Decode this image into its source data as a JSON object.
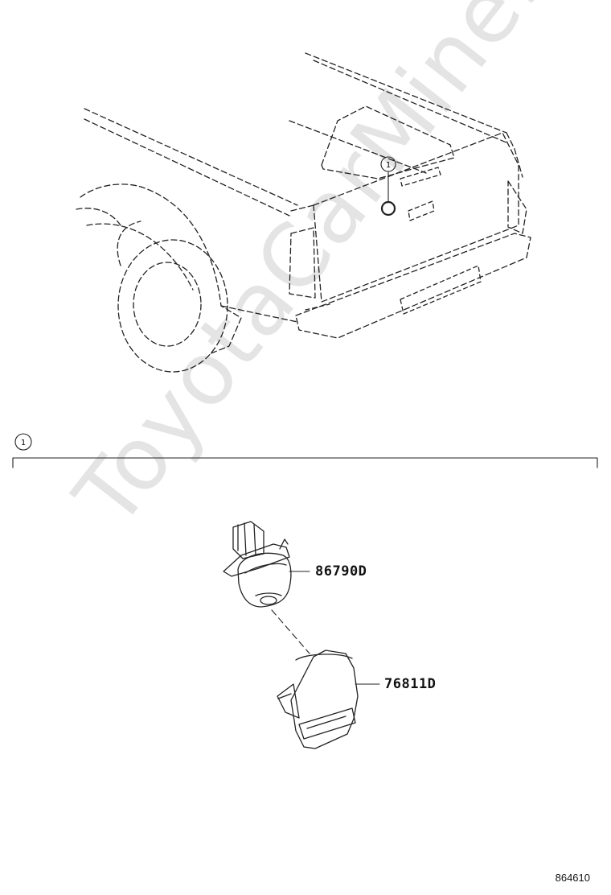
{
  "callouts": {
    "vehicle_marker": "1",
    "section_marker": "1"
  },
  "parts": [
    {
      "part_number": "86790D"
    },
    {
      "part_number": "76811D"
    }
  ],
  "figure_number": "864610",
  "watermark_text": "ToyotaCarMine.ru"
}
